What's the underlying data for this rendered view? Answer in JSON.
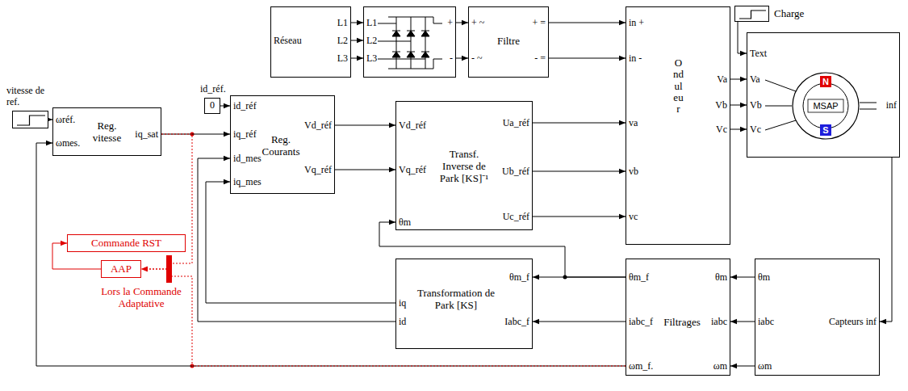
{
  "diagram": {
    "nodes": [
      {
        "text": [
          "vitesse de ref."
        ]
      },
      {
        "text": [
          "ωréf.",
          "ωmes.",
          "Reg. vitesse",
          "iq_sat"
        ]
      },
      {
        "text": [
          "id_réf.",
          "0"
        ]
      },
      {
        "text": [
          "id_réf",
          "iq_réf",
          "id_mes",
          "iq_mes",
          "Reg. Courants",
          "Vd_réf",
          "Vq_réf"
        ]
      },
      {
        "text": [
          "Vd_réf",
          "Vq_réf",
          "θm",
          "Transf. Inverse de Park [KS]⁻¹",
          "Ua_réf",
          "Ub_réf",
          "Uc_réf"
        ]
      },
      {
        "text": [
          "Réseau",
          "L1",
          "L2",
          "L3"
        ]
      },
      {
        "text": [
          "L1",
          "L2",
          "L3",
          "+",
          "-"
        ]
      },
      {
        "text": [
          "+ ~",
          "- ~",
          "Filtre",
          "+ =",
          "- ="
        ]
      },
      {
        "text": [
          "in +",
          "in -",
          "va",
          "vb",
          "vc",
          "Onduleur",
          "Va",
          "Vb",
          "Vc"
        ]
      },
      {
        "text": [
          "Charge"
        ]
      },
      {
        "text": [
          "Text",
          "Va",
          "Vb",
          "Vc",
          "inf"
        ]
      },
      {
        "text": [
          "N",
          "MSAP",
          "S"
        ],
        "in": 10
      },
      {
        "text": [
          "Commande RST"
        ]
      },
      {
        "text": [
          "AAP"
        ]
      },
      {
        "text": [
          "iq",
          "id",
          "Transformation de Park [KS]",
          "θm_f",
          "Iabc_f"
        ]
      },
      {
        "text": [
          "θm_f",
          "iabc_f",
          "ωm_f.",
          "Filtrages",
          "θm",
          "iabc",
          "ωm"
        ]
      },
      {
        "text": [
          "θm",
          "iabc",
          "ωm",
          "Capteurs inf"
        ]
      }
    ],
    "edges": [
      {
        "from": 0,
        "to": 1,
        "arrow": "to"
      },
      {
        "from": 1,
        "to": 3,
        "arrow": "to"
      },
      {
        "from": 2,
        "to": 3,
        "arrow": "to"
      },
      {
        "from": 3,
        "to": 4,
        "arrow": "to"
      },
      {
        "from": 3,
        "to": 4,
        "arrow": "to"
      },
      {
        "from": 4,
        "to": 8,
        "arrow": "to"
      },
      {
        "from": 4,
        "to": 8,
        "arrow": "to"
      },
      {
        "from": 4,
        "to": 8,
        "arrow": "to"
      },
      {
        "from": 5,
        "to": 6,
        "arrow": "to"
      },
      {
        "from": 5,
        "to": 6,
        "arrow": "to"
      },
      {
        "from": 5,
        "to": 6,
        "arrow": "to"
      },
      {
        "from": 6,
        "to": 7,
        "arrow": "to"
      },
      {
        "from": 6,
        "to": 7,
        "arrow": "to"
      },
      {
        "from": 7,
        "to": 8,
        "arrow": "to"
      },
      {
        "from": 7,
        "to": 8,
        "arrow": "to"
      },
      {
        "from": 8,
        "to": 10,
        "arrow": "to"
      },
      {
        "from": 8,
        "to": 10,
        "arrow": "to"
      },
      {
        "from": 8,
        "to": 10,
        "arrow": "to"
      },
      {
        "from": 9,
        "to": 10,
        "arrow": "to"
      },
      {
        "from": 16,
        "to": 15,
        "arrow": "to"
      },
      {
        "from": 16,
        "to": 15,
        "arrow": "to"
      },
      {
        "from": 16,
        "to": 15,
        "arrow": "to"
      },
      {
        "from": 15,
        "to": 14,
        "arrow": "to"
      },
      {
        "from": 15,
        "to": 14,
        "arrow": "to"
      },
      {
        "from": 15,
        "to": 4,
        "arrow": "to"
      },
      {
        "from": 14,
        "to": 3,
        "arrow": "to"
      },
      {
        "from": 14,
        "to": 3,
        "arrow": "to"
      },
      {
        "from": 15,
        "to": 1,
        "arrow": "to"
      },
      {
        "from": 1,
        "to": 13,
        "arrow": "to"
      },
      {
        "from": 15,
        "to": 13,
        "arrow": "to"
      },
      {
        "from": 13,
        "to": 12,
        "arrow": "to"
      },
      {
        "from": 10,
        "to": 16,
        "arrow": "to"
      }
    ],
    "labels": [
      "Lors la Commande Adaptative"
    ]
  }
}
